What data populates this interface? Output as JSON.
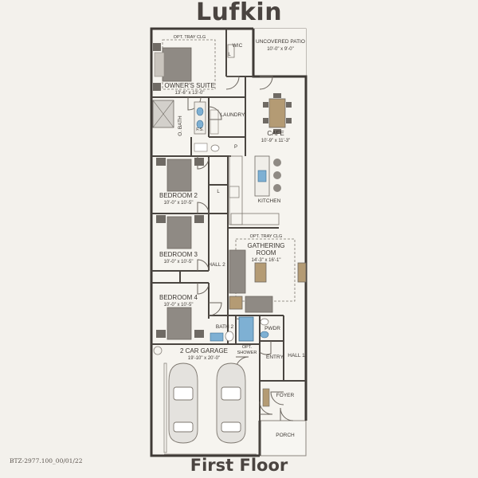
{
  "title": "Lufkin",
  "floor": "First Floor",
  "code": "BTZ-2977.100_00/01/22",
  "rooms": {
    "wic": "WIC",
    "patio_name": "UNCOVERED PATIO",
    "patio_dim": "10'-0\" x 9'-0\"",
    "tray_owner": "OPT. TRAY CLG",
    "owner_name": "OWNER'S SUITE",
    "owner_dim": "13'-6\" x 13'-0\"",
    "obath": "O. BATH",
    "fs": "F.S.",
    "laundry": "LAUNDRY",
    "cafe_name": "CAFE",
    "cafe_dim": "10'-9\" x 11'-3\"",
    "pantry": "P",
    "kitchen": "KITCHEN",
    "bed2_name": "BEDROOM 2",
    "bed2_dim": "10'-0\" x 10'-5\"",
    "linen": "L",
    "linen2": "L",
    "tray_gathering": "OPT. TRAY CLG",
    "gathering_name": "GATHERING",
    "gathering_name2": "ROOM",
    "gathering_dim": "14'-3\" x 16'-1\"",
    "bed3_name": "BEDROOM 3",
    "bed3_dim": "10'-0\" x 10'-5\"",
    "hall2": "HALL 2",
    "bed4_name": "BEDROOM 4",
    "bed4_dim": "10'-0\" x 10'-5\"",
    "bath2": "BATH 2",
    "pwdr": "PWDR",
    "garage_name": "2 CAR GARAGE",
    "garage_dim": "19'-10\" x 20'-0\"",
    "shower": "OPT.",
    "shower2": "SHOWER",
    "entry": "ENTRY",
    "hall1": "HALL 1",
    "foyer": "FOYER",
    "porch": "PORCH"
  }
}
